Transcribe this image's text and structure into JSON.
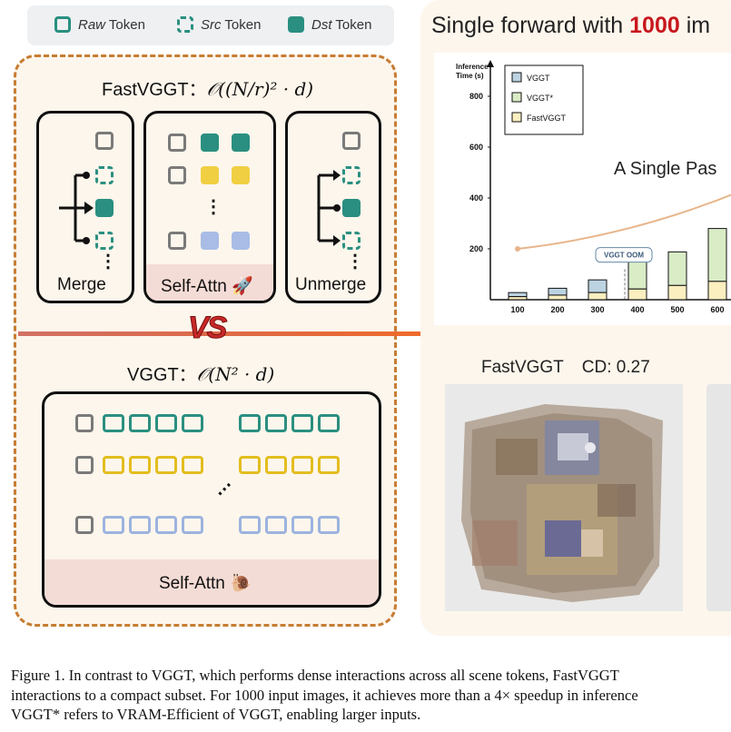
{
  "legend": {
    "raw": {
      "name": "Raw",
      "suffix": " Token"
    },
    "src": {
      "name": "Src",
      "suffix": " Token"
    },
    "dst": {
      "name": "Dst",
      "suffix": " Token"
    }
  },
  "fastvggt": {
    "title": "FastVGGT：",
    "complexity": "𝒪((N/r)² · d)",
    "merge_label": "Merge",
    "selfattn_label": "Self-Attn 🚀",
    "unmerge_label": "Unmerge"
  },
  "vs_label": "VS",
  "vggt": {
    "title": "VGGT：",
    "complexity": "𝒪(N² · d)",
    "selfattn_label": "Self-Attn 🐌"
  },
  "chart_title": {
    "prefix": "Single forward with ",
    "highlight": "1000",
    "suffix": " im"
  },
  "chart_data": {
    "type": "bar",
    "ylabel": "Inference Time (s)",
    "ylim": [
      0,
      900
    ],
    "yticks": [
      200,
      400,
      600,
      800
    ],
    "categories": [
      "100",
      "200",
      "300",
      "400",
      "500",
      "600"
    ],
    "series": [
      {
        "name": "VGGT",
        "color": "#bcd3e1",
        "values": [
          28,
          45,
          78,
          null,
          null,
          null
        ]
      },
      {
        "name": "VGGT*",
        "color": "#d9ecc6",
        "values": [
          null,
          null,
          null,
          150,
          188,
          280
        ]
      },
      {
        "name": "FastVGGT",
        "color": "#fbeebf",
        "values": [
          12,
          18,
          28,
          42,
          56,
          72
        ]
      }
    ],
    "oom_label": "VGGT OOM",
    "annotation": "A Single Pas",
    "colors": {
      "curve": "#e8b58a"
    }
  },
  "result": {
    "title": "FastVGGT",
    "metric": "CD: 0.27"
  },
  "caption": {
    "line1": "Figure 1.  In contrast to VGGT, which performs dense interactions across all scene tokens, FastVGGT",
    "line2": "interactions to a compact subset. For 1000 input images, it achieves more than a 4× speedup in inference",
    "line3": "VGGT* refers to VRAM-Efficient of VGGT, enabling larger inputs."
  }
}
